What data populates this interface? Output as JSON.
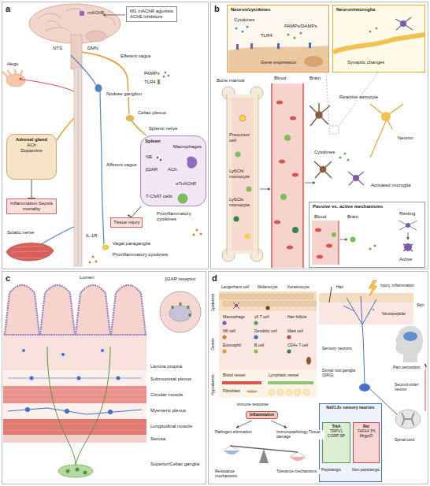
{
  "diagram": {
    "nodes": [
      {
        "text": [
          "a"
        ]
      },
      {
        "text": [
          "M1 mAChR agonists",
          "AChE inhibitors"
        ],
        "in": 0
      },
      {
        "text": [
          "Adrenal gland",
          "ACh",
          "Dopamine"
        ],
        "in": 0
      },
      {
        "text": [
          "Inflammation Sepsis mortality"
        ],
        "in": 0
      },
      {
        "text": [
          "Spleen",
          "Macrophages"
        ],
        "in": 0
      },
      {
        "text": [
          "Tissue injury"
        ],
        "in": 0
      },
      {
        "text": [
          "b"
        ]
      },
      {
        "text": [
          "Neuron/cytokines"
        ],
        "in": 6
      },
      {
        "text": [
          "Neuron/microglia"
        ],
        "in": 6
      },
      {
        "text": [
          "Passive vs. active mechanisms"
        ],
        "in": 6
      },
      {
        "text": [
          "c"
        ]
      },
      {
        "text": [
          "β2AR receptor"
        ],
        "in": 10
      },
      {
        "text": [
          "d"
        ]
      },
      {
        "text": [
          "Inflammation"
        ],
        "in": 12
      },
      {
        "text": [
          "NaV1.8+ sensory neurons"
        ],
        "in": 12
      },
      {
        "text": [
          "TrkA",
          "TRPV1",
          "CGRP SP"
        ],
        "in": 14
      },
      {
        "text": [
          "Ret",
          "TAFA4 TH",
          "MrgprD"
        ],
        "in": 14
      }
    ],
    "edges": [
      {
        "from": 2,
        "to": 3,
        "arrow": "to"
      },
      {
        "from": 4,
        "to": 5,
        "arrow": "to"
      }
    ],
    "labels": [
      "mAChR",
      "NTS",
      "DMN",
      "Efferent vagus",
      "Hegu",
      "PAMPs",
      "TLR4",
      "Nodose ganglion",
      "Celiac plexus",
      "Afferent vagus",
      "Splenic nerve",
      "NE",
      "β2AR",
      "ACh",
      "α7nAChR",
      "T-ChAT cells",
      "Proinflammatory cytokines",
      "Sciatic nerve",
      "IL-1R",
      "Vagal paraganglia",
      "Proinflammatory cytokines",
      "Cytokines",
      "TLR4",
      "PAMPs/DAMPs",
      "Gene expression",
      "Synaptic changes",
      "Bone marrow",
      "Precursor cell",
      "Ly6Chi monocyte",
      "Ly6Clo monocyte",
      "Blood",
      "Brain",
      "Reactive astrocyte",
      "Cytokines",
      "Neuron",
      "Activated microglia",
      "Blood",
      "Brain",
      "Resting",
      "Active",
      "Lumen",
      "Lamina propria",
      "Submucosal plexus",
      "Circular muscle",
      "Myenteric plexus",
      "Longitudinal muscle",
      "Serosa",
      "Superior/Celiac ganglia",
      "Epidermis",
      "Dermis",
      "Hypodermis",
      "Langerhans cell",
      "Melanocyte",
      "Keratinocyte",
      "Macrophage",
      "γδ T cell",
      "Hair follicle",
      "NK cell",
      "Dendritic cell",
      "Mast cell",
      "Eosinophil",
      "B cell",
      "CD4+ T cell",
      "Blood vessel",
      "Lymphatic vessel",
      "Fibroblast",
      "immune response",
      "Pathogen elimination",
      "Immunopathology Tissue damage",
      "Resistance mechanisms",
      "Tolerance mechanisms",
      "Hair",
      "Injury, inflammation",
      "Neuropeptide",
      "Skin",
      "Sensory neurons",
      "Dorsal root ganglia (DRG)",
      "Pain perception",
      "Second-order neuron",
      "Spinal cord",
      "Peptidergic",
      "Non peptidergic"
    ]
  }
}
